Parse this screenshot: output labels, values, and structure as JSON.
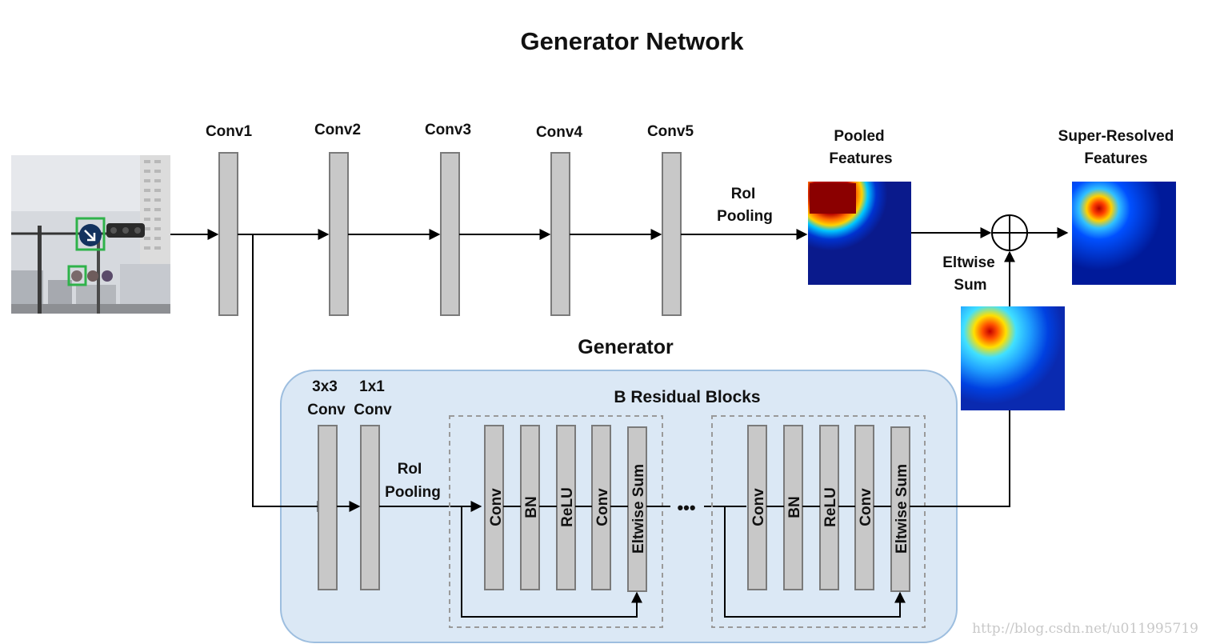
{
  "title": "Generator Network",
  "backbone": {
    "layers": [
      "Conv1",
      "Conv2",
      "Conv3",
      "Conv4",
      "Conv5"
    ],
    "roi_label_1": "RoI",
    "roi_label_2": "Pooling"
  },
  "pooled": {
    "line1": "Pooled",
    "line2": "Features"
  },
  "super_resolved": {
    "line1": "Super-Resolved",
    "line2": "Features"
  },
  "eltwise": {
    "line1": "Eltwise",
    "line2": "Sum"
  },
  "generator": {
    "title": "Generator",
    "conv3x3": {
      "line1": "3x3",
      "line2": "Conv"
    },
    "conv1x1": {
      "line1": "1x1",
      "line2": "Conv"
    },
    "roi_label_1": "RoI",
    "roi_label_2": "Pooling",
    "residual_title": "B Residual Blocks",
    "block_layers": [
      "Conv",
      "BN",
      "ReLU",
      "Conv",
      "Eltwise Sum"
    ],
    "ellipsis": "•••"
  },
  "watermark": "http://blog.csdn.net/u011995719",
  "colors": {
    "panel_fill": "#dbe8f5",
    "panel_stroke": "#9dbedf",
    "layer_fill": "#c8c8c8",
    "detection_box": "#2fb24a"
  }
}
